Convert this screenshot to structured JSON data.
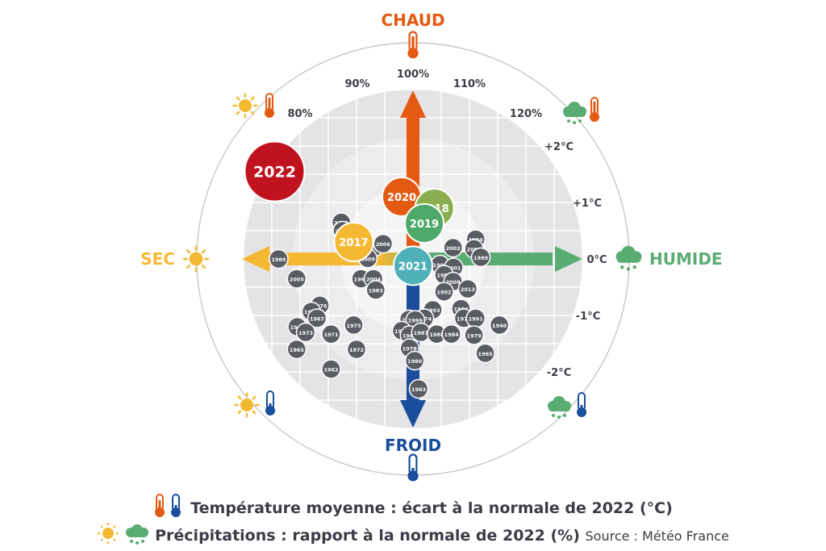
{
  "chart_data": {
    "type": "scatter",
    "title": "",
    "xlabel": "Précipitations : rapport à la normale de 2022 (%)",
    "ylabel": "Température moyenne : écart à la normale de 2022 (°C)",
    "x_ticks": [
      "80%",
      "90%",
      "100%",
      "110%",
      "120%"
    ],
    "y_ticks": [
      "+2°C",
      "+1°C",
      "0°C",
      "-1°C",
      "-2°C"
    ],
    "xlim": [
      70,
      130
    ],
    "ylim": [
      -3,
      3
    ],
    "grid": true,
    "legend": "bottom",
    "directions": {
      "top": "CHAUD",
      "bottom": "FROID",
      "left": "SEC",
      "right": "HUMIDE"
    },
    "highlighted": [
      {
        "year": "2022",
        "x": 75.5,
        "y": 1.55,
        "color": "#c0121f"
      },
      {
        "year": "2020",
        "x": 98.0,
        "y": 1.1,
        "color": "#e55a13"
      },
      {
        "year": "2018",
        "x": 103.8,
        "y": 0.9,
        "color": "#8cad4f"
      },
      {
        "year": "2019",
        "x": 102.0,
        "y": 0.63,
        "color": "#4ea86a"
      },
      {
        "year": "2017",
        "x": 89.5,
        "y": 0.3,
        "color": "#f5b833"
      },
      {
        "year": "2021",
        "x": 100.0,
        "y": -0.12,
        "color": "#4fb0b7"
      }
    ],
    "points": [
      {
        "year": "2011",
        "x": 87.3,
        "y": 0.65
      },
      {
        "year": "2015",
        "x": 87.5,
        "y": 0.5
      },
      {
        "year": "1997",
        "x": 93.0,
        "y": 0.2
      },
      {
        "year": "2006",
        "x": 94.7,
        "y": 0.27
      },
      {
        "year": "2009",
        "x": 92.0,
        "y": 0.01
      },
      {
        "year": "1989",
        "x": 76.2,
        "y": 0.0
      },
      {
        "year": "2005",
        "x": 79.4,
        "y": -0.35
      },
      {
        "year": "1961",
        "x": 90.8,
        "y": -0.35
      },
      {
        "year": "2004",
        "x": 93.0,
        "y": -0.35
      },
      {
        "year": "1983",
        "x": 93.4,
        "y": -0.55
      },
      {
        "year": "2002",
        "x": 107.1,
        "y": 0.2
      },
      {
        "year": "1994",
        "x": 111.1,
        "y": 0.35
      },
      {
        "year": "2000",
        "x": 110.8,
        "y": 0.18
      },
      {
        "year": "1999",
        "x": 112.0,
        "y": 0.03
      },
      {
        "year": "1995",
        "x": 104.8,
        "y": -0.1
      },
      {
        "year": "2001",
        "x": 107.2,
        "y": -0.15
      },
      {
        "year": "1982",
        "x": 105.5,
        "y": -0.28
      },
      {
        "year": "2008",
        "x": 107.1,
        "y": -0.4
      },
      {
        "year": "1992",
        "x": 105.5,
        "y": -0.58
      },
      {
        "year": "2013",
        "x": 109.7,
        "y": -0.53
      },
      {
        "year": "1993",
        "x": 103.5,
        "y": -0.9
      },
      {
        "year": "1976",
        "x": 83.5,
        "y": -0.82
      },
      {
        "year": "1996",
        "x": 82.0,
        "y": -0.93
      },
      {
        "year": "1967",
        "x": 83.0,
        "y": -1.05
      },
      {
        "year": "1964",
        "x": 79.5,
        "y": -1.2
      },
      {
        "year": "1973",
        "x": 81.0,
        "y": -1.3
      },
      {
        "year": "1971",
        "x": 85.5,
        "y": -1.33
      },
      {
        "year": "1975",
        "x": 89.5,
        "y": -1.17
      },
      {
        "year": "1965",
        "x": 79.4,
        "y": -1.6
      },
      {
        "year": "1972",
        "x": 90.0,
        "y": -1.6
      },
      {
        "year": "1962",
        "x": 85.5,
        "y": -1.95
      },
      {
        "year": "2016",
        "x": 99.3,
        "y": -1.07
      },
      {
        "year": "1974",
        "x": 102.0,
        "y": -1.05
      },
      {
        "year": "1999",
        "x": 100.4,
        "y": -1.08
      },
      {
        "year": "1970",
        "x": 98.0,
        "y": -1.27
      },
      {
        "year": "1969",
        "x": 99.4,
        "y": -1.35
      },
      {
        "year": "1987",
        "x": 101.4,
        "y": -1.3
      },
      {
        "year": "1988",
        "x": 104.2,
        "y": -1.33
      },
      {
        "year": "1984",
        "x": 106.8,
        "y": -1.33
      },
      {
        "year": "1978",
        "x": 99.4,
        "y": -1.58
      },
      {
        "year": "1980",
        "x": 100.3,
        "y": -1.8
      },
      {
        "year": "1963",
        "x": 101.0,
        "y": -2.3
      },
      {
        "year": "1966",
        "x": 108.5,
        "y": -0.88
      },
      {
        "year": "1977",
        "x": 109.0,
        "y": -1.05
      },
      {
        "year": "1991",
        "x": 111.1,
        "y": -1.05
      },
      {
        "year": "1979",
        "x": 110.8,
        "y": -1.35
      },
      {
        "year": "1965",
        "x": 112.8,
        "y": -1.67
      },
      {
        "year": "1940",
        "x": 115.3,
        "y": -1.17
      }
    ],
    "legend_entries": [
      "Température moyenne : écart à la normale de 2022 (°C)",
      "Précipitations : rapport à la normale de 2022 (%)"
    ],
    "source": "Source : Météo France"
  },
  "colors": {
    "warm": "#e55a13",
    "cold": "#1a4e9a",
    "dry": "#f5b833",
    "wet": "#5aad72",
    "point": "#5a5c63",
    "text": "#3c3c46"
  }
}
